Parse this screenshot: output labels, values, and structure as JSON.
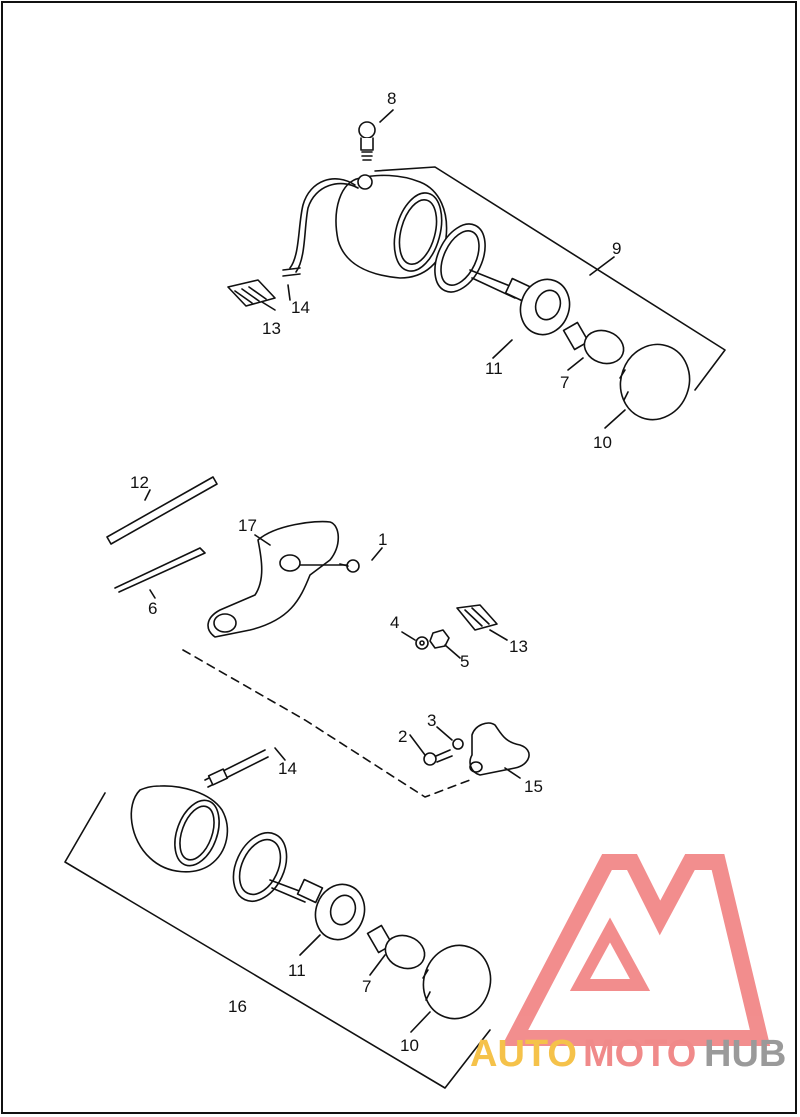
{
  "diagram": {
    "callouts": {
      "c1": "1",
      "c2": "2",
      "c3": "3",
      "c4": "4",
      "c5": "5",
      "c6": "6",
      "c7a": "7",
      "c7b": "7",
      "c8": "8",
      "c9": "9",
      "c10a": "10",
      "c10b": "10",
      "c11a": "11",
      "c11b": "11",
      "c12": "12",
      "c13a": "13",
      "c13b": "13",
      "c14a": "14",
      "c14b": "14",
      "c15": "15",
      "c16": "16",
      "c17": "17"
    }
  },
  "watermark": {
    "part1": "AUTO",
    "part2": "MOTO",
    "part3": "HUB",
    "colors": {
      "auto": "#f5c24a",
      "moto": "#f08a8a",
      "hub": "#9a9a9a",
      "logo": "#f07a7a"
    }
  }
}
